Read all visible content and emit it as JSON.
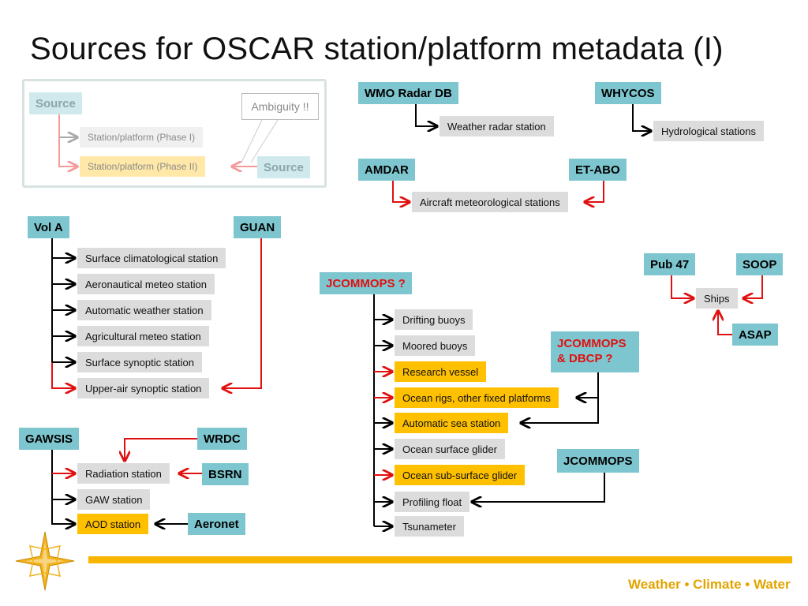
{
  "title": "Sources for OSCAR station/platform metadata (I)",
  "legend": {
    "source_top": "Source",
    "phase1": "Station/platform  (Phase I)",
    "phase2": "Station/platform  (Phase II)",
    "source_bottom": "Source",
    "ambiguity": "Ambiguity !!"
  },
  "sources": {
    "wmo_radar_db": "WMO Radar DB",
    "whycos": "WHYCOS",
    "amdar": "AMDAR",
    "et_abo": "ET-ABO",
    "vol_a": "Vol A",
    "guan": "GUAN",
    "jcommops_q": "JCOMMOPS ?",
    "jcommops_dbcp": "JCOMMOPS & DBCP ?",
    "jcommops": "JCOMMOPS",
    "pub47": "Pub 47",
    "soop": "SOOP",
    "asap": "ASAP",
    "gawsis": "GAWSIS",
    "wrdc": "WRDC",
    "bsrn": "BSRN",
    "aeronet": "Aeronet"
  },
  "stations": {
    "weather_radar": "Weather radar station",
    "hydrological": "Hydrological stations",
    "aircraft": "Aircraft meteorological stations",
    "ships": "Ships",
    "vol_a": [
      "Surface  climatological  station",
      "Aeronautical meteo station",
      "Automatic weather station",
      "Agricultural meteo station",
      "Surface synoptic station",
      "Upper-air synoptic station"
    ],
    "ocean": [
      "Drifting buoys",
      "Moored buoys",
      "Research vessel",
      "Ocean rigs, other fixed platforms",
      "Automatic sea station",
      "Ocean surface glider",
      "Ocean sub-surface glider",
      "Profiling float",
      "Tsunameter"
    ],
    "gaw": [
      "Radiation station",
      "GAW station",
      "AOD station"
    ]
  },
  "footer": {
    "brand": "Weather • Climate • Water"
  },
  "colors": {
    "source_fill": "#7ec6cf",
    "station_fill": "#dcdcdc",
    "phase2_fill": "#ffc000",
    "phase2_arrow": "#e01010",
    "phase1_arrow": "#000000",
    "accent": "#f7b500"
  }
}
